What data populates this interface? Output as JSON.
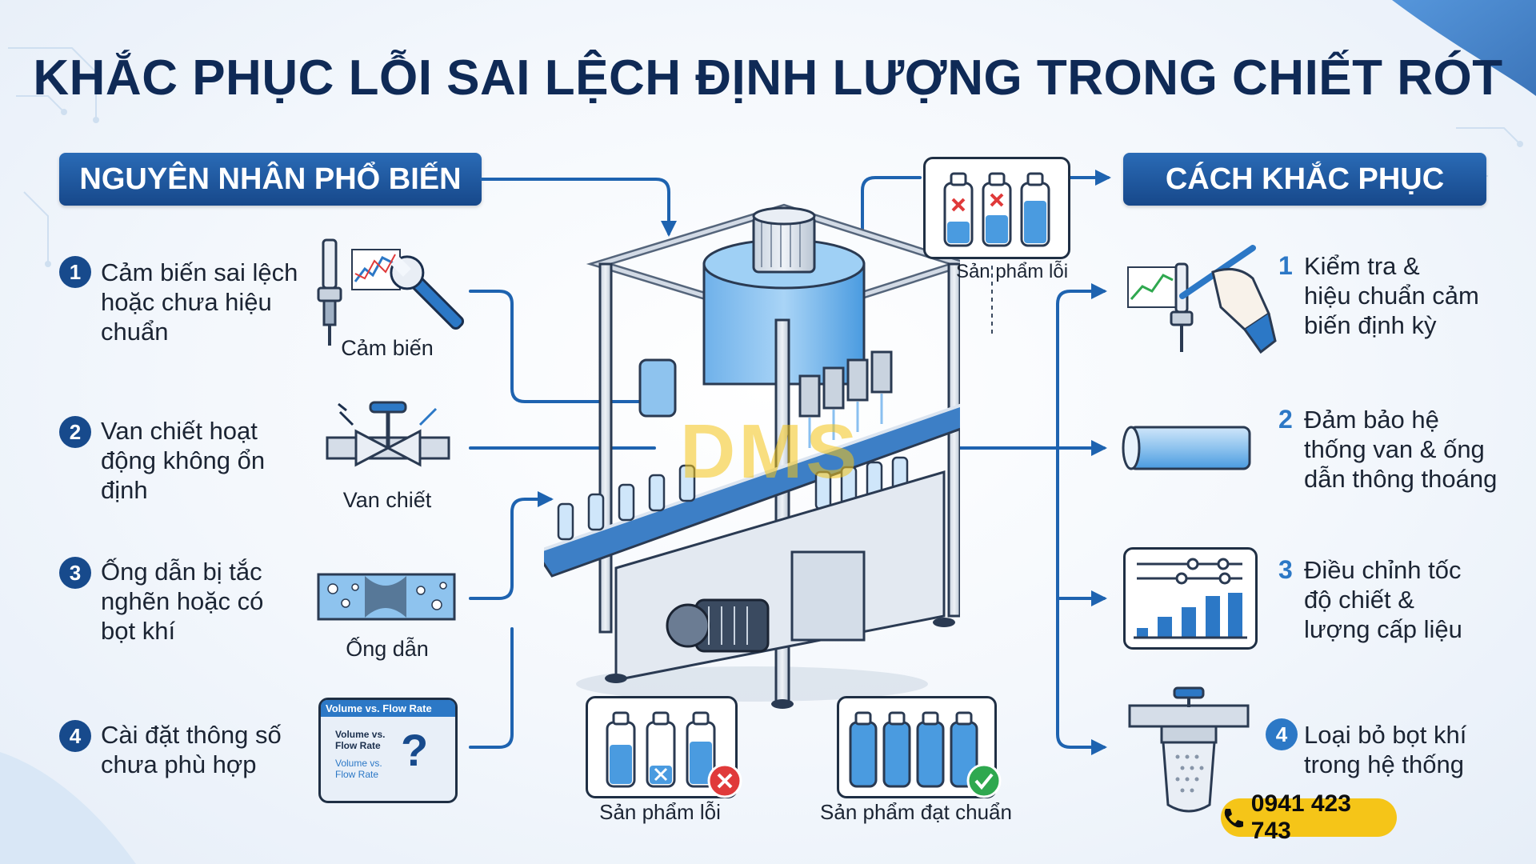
{
  "title": "KHẮC PHỤC LỖI SAI LỆCH ĐỊNH LƯỢNG TRONG CHIẾT RÓT",
  "causes": {
    "header": "NGUYÊN NHÂN PHỔ BIẾN",
    "items": [
      {
        "number": "1",
        "line1": "Cảm biến sai lệch",
        "line2": "hoặc chưa hiệu",
        "line3": "chuẩn",
        "icon_label": "Cảm biến",
        "icon": "sensor-wrench-icon"
      },
      {
        "number": "2",
        "line1": "Van chiết hoạt",
        "line2": "động không ổn",
        "line3": "định",
        "icon_label": "Van chiết",
        "icon": "valve-icon"
      },
      {
        "number": "3",
        "line1": "Ống dẫn bị tắc",
        "line2": "nghẽn hoặc có",
        "line3": "bọt khí",
        "icon_label": "Ống dẫn",
        "icon": "clogged-pipe-icon"
      },
      {
        "number": "4",
        "line1": "Cài đặt thông số",
        "line2": "chưa phù hợp",
        "icon": "settings-monitor-icon",
        "monitor": {
          "title": "Volume vs. Flow Rate",
          "line1": "Volume vs.",
          "line2": "Flow Rate",
          "line3": "Volume vs.",
          "line4": "Flow Rate",
          "symbol": "?"
        }
      }
    ]
  },
  "solutions": {
    "header": "CÁCH KHẮC PHỤC",
    "items": [
      {
        "number": "1",
        "line1": "Kiểm tra &",
        "line2": "hiệu chuẩn cảm",
        "line3": "biến định kỳ",
        "icon": "calibration-hand-icon"
      },
      {
        "number": "2",
        "line1": "Đảm bảo hệ",
        "line2": "thống van & ống",
        "line3": "dẫn thông thoáng",
        "icon": "clean-pipe-icon"
      },
      {
        "number": "3",
        "line1": "Điều chỉnh tốc",
        "line2": "độ chiết &",
        "line3": "lượng cấp liệu",
        "icon": "slider-chart-icon"
      },
      {
        "number": "4",
        "line1": "Loại bỏ bọt khí",
        "line2": "trong hệ thống",
        "icon": "filter-icon"
      }
    ]
  },
  "defect_top_label": "Sản phẩm lỗi",
  "defect_bottom_label": "Sản phẩm lỗi",
  "good_bottom_label": "Sản phẩm đạt chuẩn",
  "watermark": "DMS",
  "phone": "0941 423 743",
  "colors": {
    "navy": "#174a8c",
    "accent_blue": "#2c78c6",
    "liquid": "#4a9be0",
    "phone_bg": "#f5c518",
    "error_red": "#e03a3a",
    "ok_green": "#2fa84f"
  }
}
